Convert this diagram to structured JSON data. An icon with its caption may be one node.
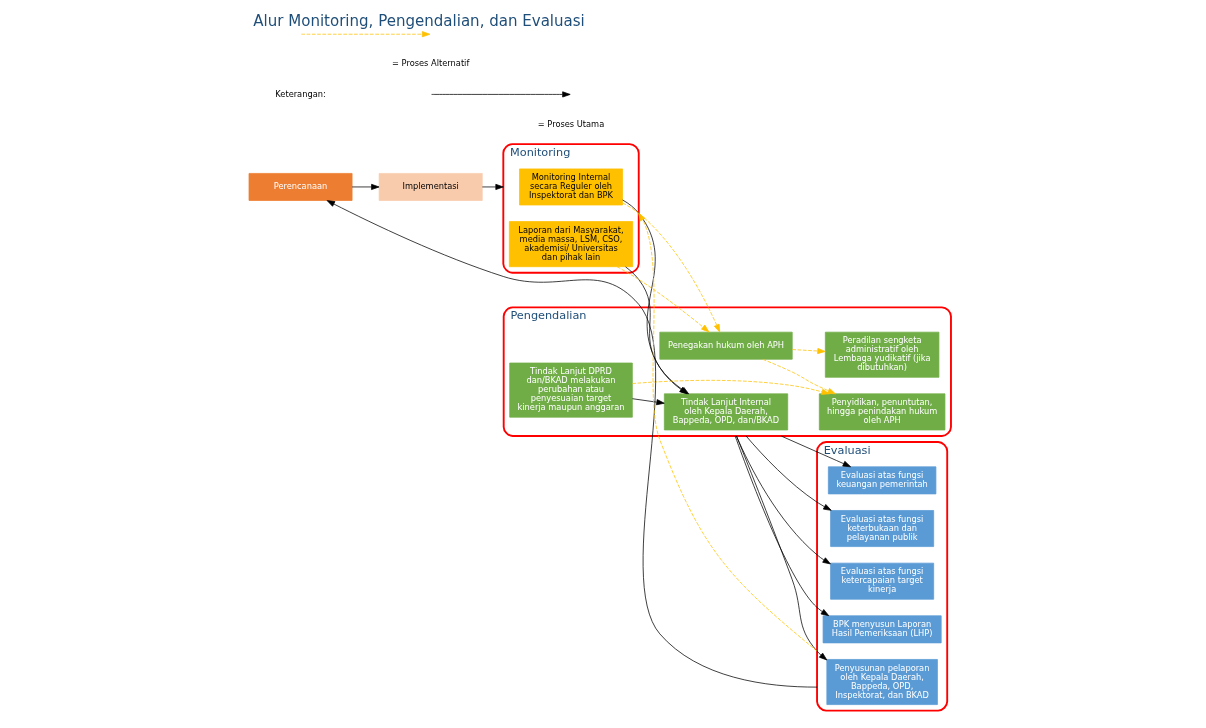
{
  "diagram": {
    "title": "Alur Monitoring, Pengendalian, dan Evaluasi",
    "nodes": [
      {
        "text": [
          "Perencanaan"
        ]
      },
      {
        "text": [
          "Implementasi"
        ]
      },
      {
        "text": [
          "Monitoring"
        ]
      },
      {
        "text": [
          "Monitoring Internal secara Reguler oleh Inspektorat dan BPK"
        ],
        "in": 2
      },
      {
        "text": [
          "Laporan dari Masyarakat, media massa, LSM, CSO, akademisi/ Universitas dan pihak lain"
        ],
        "in": 2
      },
      {
        "text": [
          "Pengendalian"
        ]
      },
      {
        "text": [
          "Tindak Lanjut Internal oleh Kepala Daerah, Bappeda, OPD, dan/BKAD"
        ],
        "in": 5
      },
      {
        "text": [
          "Penegakan hukum oleh APH"
        ],
        "in": 5
      },
      {
        "text": [
          "Tindak Lanjut DPRD dan/BKAD melakukan perubahan atau penyesuaian target kinerja maupun anggaran"
        ],
        "in": 5
      },
      {
        "text": [
          "Peradilan sengketa administratif oleh Lembaga yudikatif (jika dibutuhkan)"
        ],
        "in": 5
      },
      {
        "text": [
          "Penyidikan, penuntutan, hingga penindakan hukum oleh APH"
        ],
        "in": 5
      },
      {
        "text": [
          "Evaluasi"
        ]
      },
      {
        "text": [
          "Penyusunan pelaporan oleh Kepala Daerah, Bappeda, OPD, Inspektorat, dan BKAD"
        ],
        "in": 11
      },
      {
        "text": [
          "Evaluasi atas fungsi keuangan pemerintah"
        ],
        "in": 11
      },
      {
        "text": [
          "Evaluasi atas fungsi keterbukaan dan pelayanan publik"
        ],
        "in": 11
      },
      {
        "text": [
          "Evaluasi atas fungsi ketercapaian target kinerja"
        ],
        "in": 11
      },
      {
        "text": [
          "BPK menyusun Laporan Hasil Pemeriksaan (LHP)"
        ],
        "in": 11
      }
    ],
    "edges": [
      {
        "from": 0,
        "to": 1,
        "arrow": "to"
      },
      {
        "from": 1,
        "to": 2,
        "arrow": "to"
      },
      {
        "from": 3,
        "to": 6,
        "arrow": "to"
      },
      {
        "from": 4,
        "to": 6,
        "arrow": "to"
      },
      {
        "from": 3,
        "to": 7,
        "arrow": "to",
        "style": "dashed",
        "color": "#ffc000"
      },
      {
        "from": 4,
        "to": 7,
        "arrow": "to",
        "style": "dashed",
        "color": "#ffc000"
      },
      {
        "from": 7,
        "to": 9,
        "arrow": "to",
        "style": "dashed",
        "color": "#ffc000"
      },
      {
        "from": 7,
        "to": 10,
        "arrow": "to",
        "style": "dashed",
        "color": "#ffc000"
      },
      {
        "from": 8,
        "to": 6,
        "arrow": "to"
      },
      {
        "from": 8,
        "to": 10,
        "arrow": "to",
        "style": "dashed",
        "color": "#ffc000"
      },
      {
        "from": 5,
        "to": 12,
        "arrow": "to"
      },
      {
        "from": 5,
        "to": 13,
        "arrow": "to"
      },
      {
        "from": 5,
        "to": 14,
        "arrow": "to"
      },
      {
        "from": 5,
        "to": 15,
        "arrow": "to"
      },
      {
        "from": 5,
        "to": 16,
        "arrow": "to"
      },
      {
        "from": 11,
        "to": 0,
        "arrow": "to"
      },
      {
        "from": 11,
        "to": 2,
        "arrow": "to",
        "style": "dashed",
        "color": "#ffc000"
      }
    ],
    "labels": [
      "Keterangan:"
    ],
    "legend": [
      {
        "text": "= Proses Utama"
      },
      {
        "text": "= Proses Alternatif"
      }
    ]
  }
}
